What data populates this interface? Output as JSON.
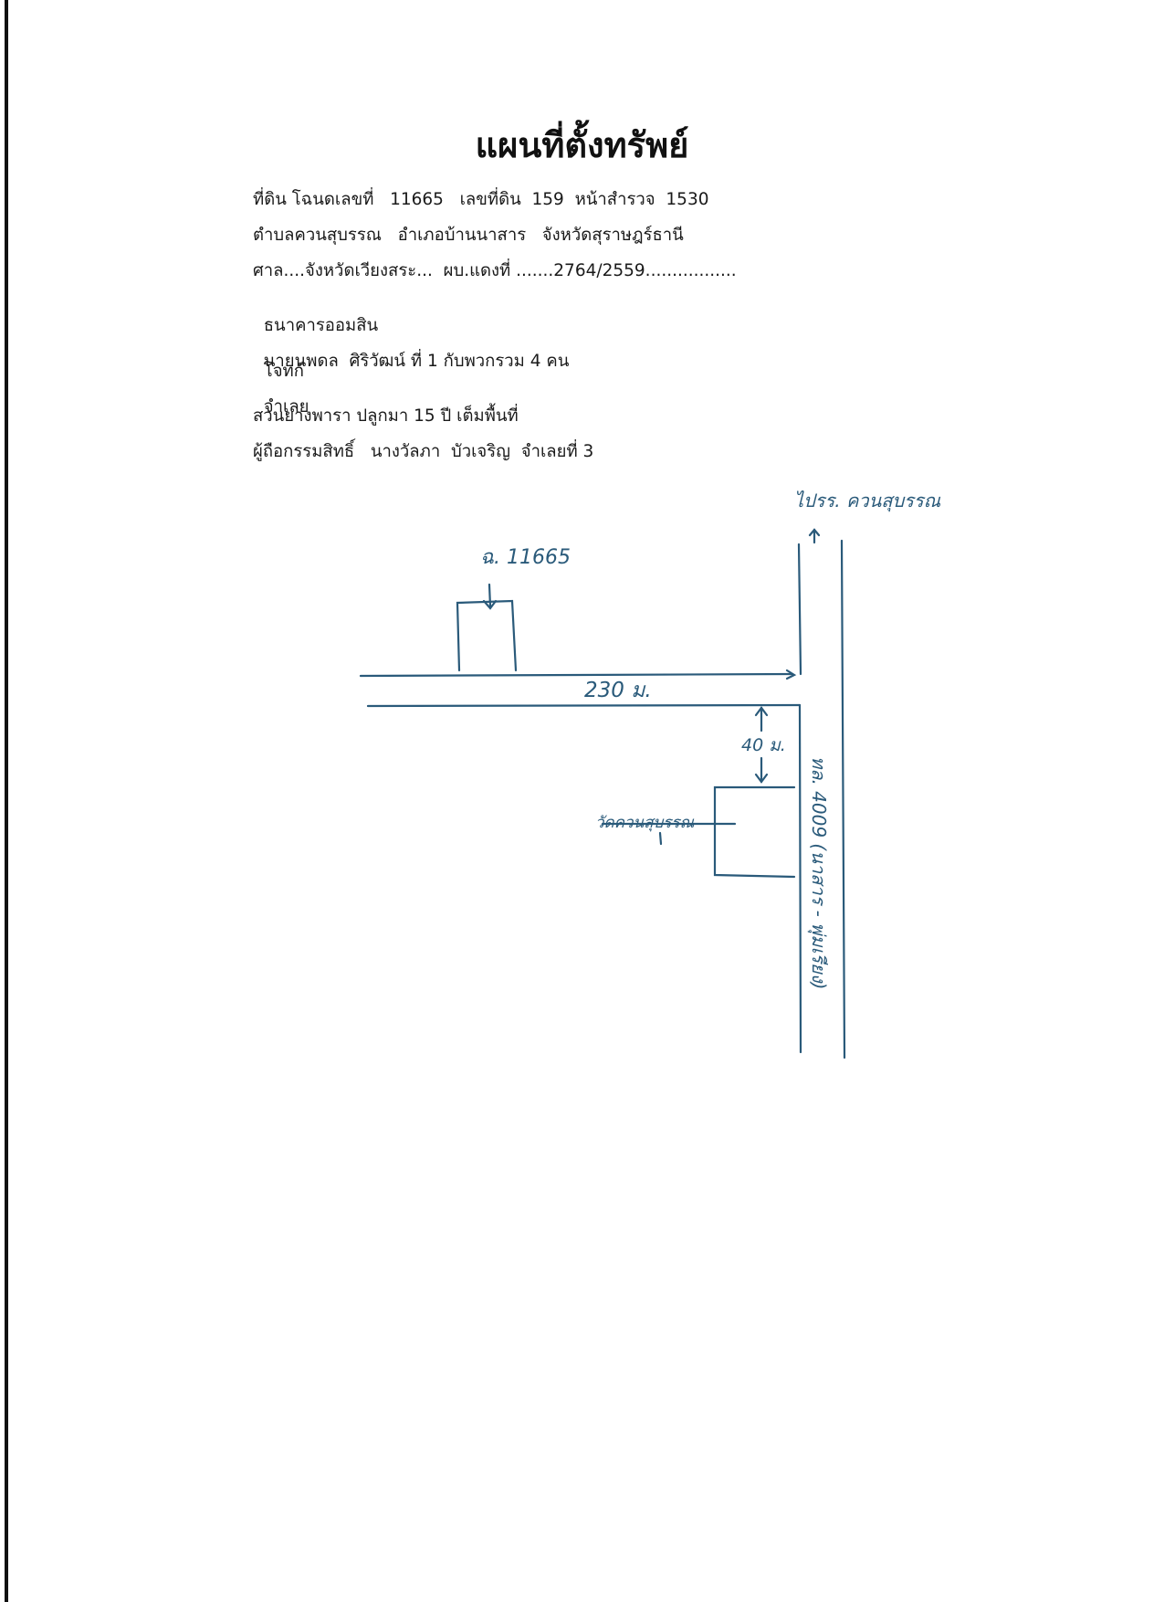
{
  "title": "แผนที่ตั้งทรัพย์",
  "header_lines": {
    "line1": "ที่ดิน โฉนดเลขที่   11665   เลขที่ดิน  159  หน้าสำรวจ  1530",
    "line2": "ตำบลควนสุบรรณ   อำเภอบ้านนาสาร   จังหวัดสุราษฎร์ธานี",
    "line3": "ศาล....จังหวัดเวียงสระ...  ผบ.แดงที่ .......2764/2559.................",
    "line4_left": "ธนาคารออมสิน",
    "line4_right": "โจทก์",
    "line5_left": "นายนพดล  ศิริวัฒน์ ที่ 1 กับพวกรวม 4 คน",
    "line5_right": "จำเลย",
    "line6": "สวนยางพารา ปลูกมา 15 ปี เต็มพื้นที่",
    "line7": "ผู้ถือกรรมสิทธิ์   นางวัลภา  บัวเจริญ  จำเลยที่ 3"
  },
  "map_labels": {
    "to_school": "ไปรร. ควนสุบรรณ",
    "plot_label": "ฉ. 11665",
    "distance_road": "230 ม.",
    "distance_temple": "40 ม.",
    "temple": "วัดควนสุบรรณ",
    "highway": "ทล. 4009  (นาสาร - พุ่มเรียง)"
  },
  "colors": {
    "ink": "#2a5a7a",
    "text": "#1a1a1a"
  }
}
